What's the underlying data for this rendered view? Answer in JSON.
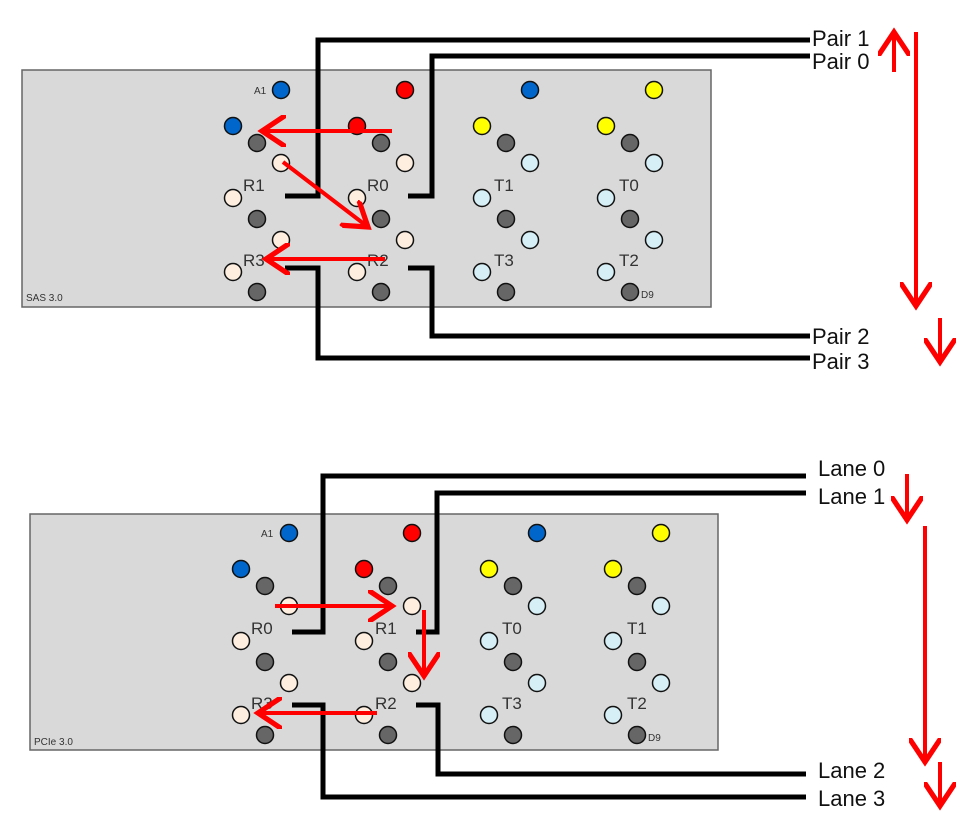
{
  "colors": {
    "board": "#d9d9d9",
    "arrow": "#ff0000",
    "wire": "#000000",
    "blue": "#0066cc",
    "red": "#ff0000",
    "yellow": "#ffff00",
    "dark": "#666666",
    "beige": "#fdeee0",
    "light_blue": "#d6eef5"
  },
  "diagrams": [
    {
      "board_label": "SAS 3.0",
      "corner_labels": {
        "start": "A1",
        "end": "D9"
      },
      "pin_labels": [
        "R1",
        "R0",
        "T1",
        "T0",
        "R3",
        "R2",
        "T3",
        "T2"
      ],
      "connector_labels": [
        "Pair 1",
        "Pair 0",
        "Pair 2",
        "Pair 3"
      ]
    },
    {
      "board_label": "PCIe 3.0",
      "corner_labels": {
        "start": "A1",
        "end": "D9"
      },
      "pin_labels": [
        "R0",
        "R1",
        "T0",
        "T1",
        "R3",
        "R2",
        "T3",
        "T2"
      ],
      "connector_labels": [
        "Lane 0",
        "Lane 1",
        "Lane 2",
        "Lane 3"
      ]
    }
  ]
}
